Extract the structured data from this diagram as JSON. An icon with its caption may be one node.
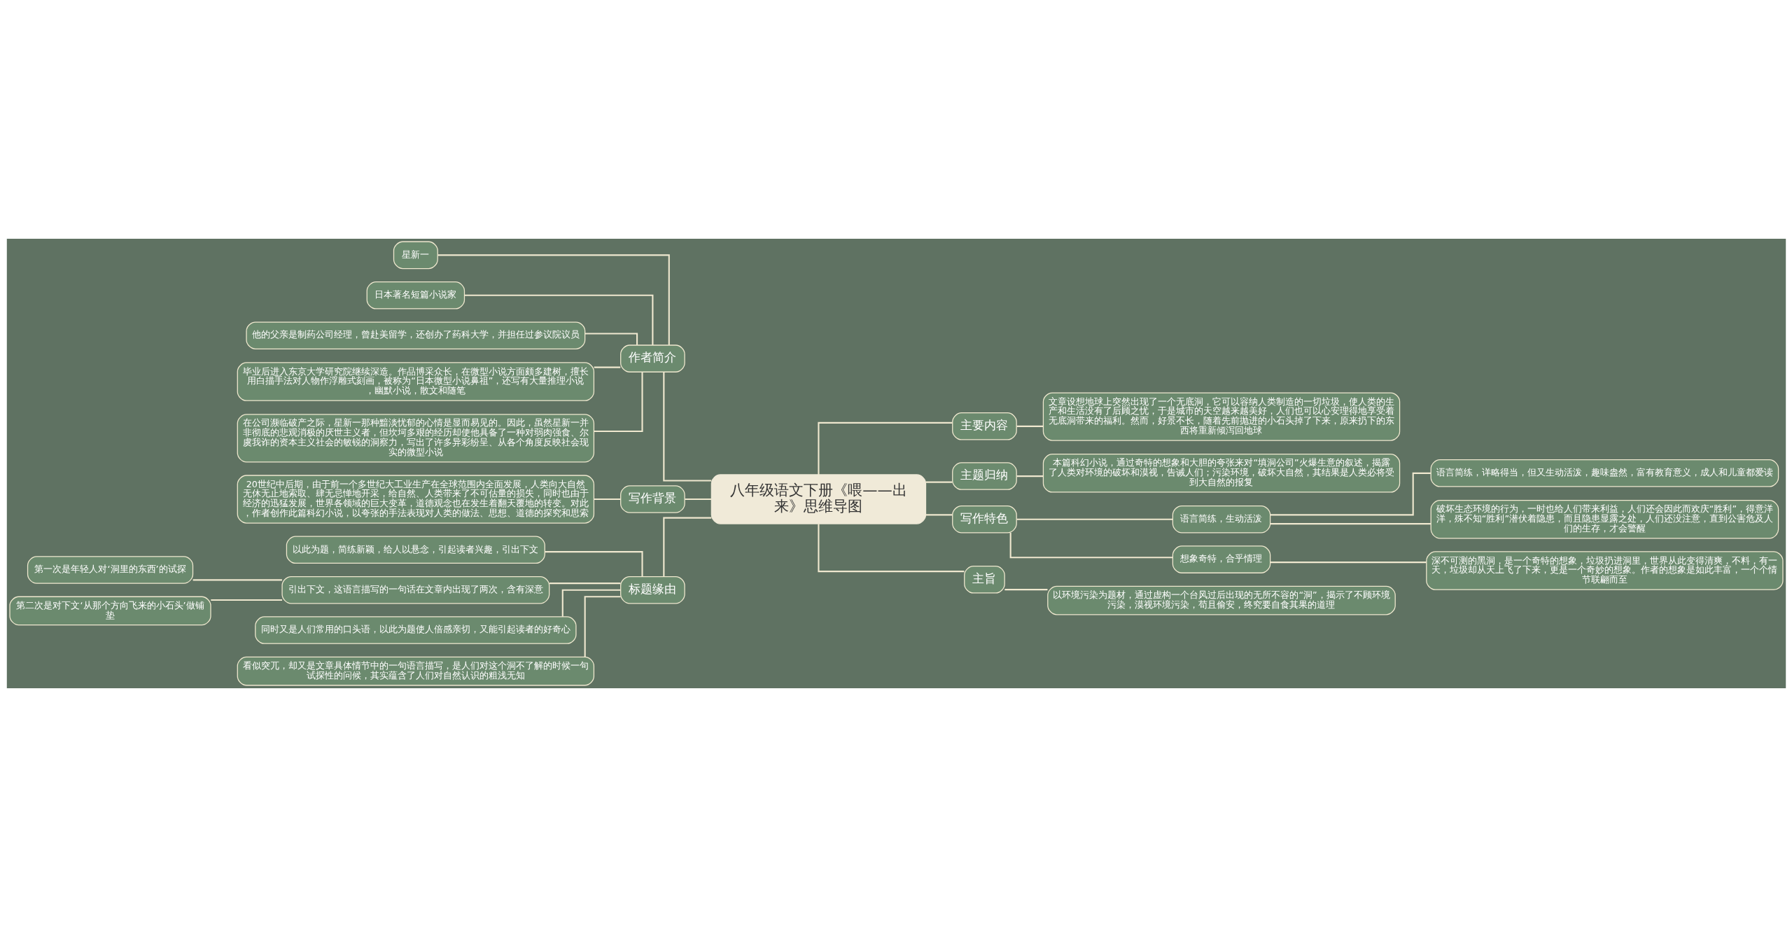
{
  "diagram": {
    "nodes": [
      {
        "text": [
          "八年级语文下册《喂——出来》思维导图"
        ]
      },
      {
        "text": [
          "作者简介"
        ]
      },
      {
        "text": [
          "星新一"
        ]
      },
      {
        "text": [
          "日本著名短篇小说家"
        ]
      },
      {
        "text": [
          "他的父亲是制药公司经理，曾赴美留学，还创办了药科大学，并担任过参议院议员"
        ]
      },
      {
        "text": [
          "毕业后进入东京大学研究院继续深造。作品博采众长，在微型小说方面颇多建树，擅长用白描手法对人物作浮雕式刻画，被称为“日本微型小说鼻祖”，还写有大量推理小说，幽默小说，散文和随笔"
        ]
      },
      {
        "text": [
          "在公司濒临破产之际，星新一那种黯淡忧郁的心情是显而易见的。因此，虽然星新一并非彻底的悲观消极的厌世主义者，但坎坷多艰的经历却使他具备了一种对弱肉强食、尔虞我诈的资本主义社会的敏锐的洞察力，写出了许多异彩纷呈、从各个角度反映社会现实的微型小说"
        ]
      },
      {
        "text": [
          "写作背景"
        ]
      },
      {
        "text": [
          "20世纪中后期，由于前一个多世纪大工业生产在全球范围内全面发展，人类向大自然无休无止地索取、肆无忌惮地开采，给自然、人类带来了不可估量的损失，同时也由于经济的迅猛发展，世界各领域的巨大变革，道德观念也在发生着翻天覆地的转变。对此，作者创作此篇科幻小说，以夸张的手法表现对人类的做法、思想、道德的探究和思索"
        ]
      },
      {
        "text": [
          "标题缘由"
        ]
      },
      {
        "text": [
          "以此为题，简练新颖，给人以悬念，引起读者兴趣，引出下文"
        ]
      },
      {
        "text": [
          "引出下文，这语言描写的一句话在文章内出现了两次，含有深意"
        ]
      },
      {
        "text": [
          "第一次是年轻人对‘洞里的东西’的试探"
        ]
      },
      {
        "text": [
          "第二次是对下文‘从那个方向飞来的小石头’做铺垫"
        ]
      },
      {
        "text": [
          "同时又是人们常用的口头语，以此为题使人倍感亲切，又能引起读者的好奇心"
        ]
      },
      {
        "text": [
          "看似突兀，却又是文章具体情节中的一句语言描写，是人们对这个洞不了解的时候一句试探性的问候，其实蕴含了人们对自然认识的粗浅无知"
        ]
      },
      {
        "text": [
          "主要内容"
        ]
      },
      {
        "text": [
          "文章设想地球上突然出现了一个无底洞，它可以容纳人类制造的一切垃圾，使人类的生产和生活没有了后顾之忧，于是城市的天空越来越美好，人们也可以心安理得地享受着无底洞带来的福利。然而，好景不长，随着先前抛进的小石头掉了下来，原来扔下的东西将重新倾泻回地球"
        ]
      },
      {
        "text": [
          "主题归纳"
        ]
      },
      {
        "text": [
          "本篇科幻小说，通过奇特的想象和大胆的夸张来对“填洞公司”火爆生意的叙述，揭露了人类对环境的破坏和漠视，告诫人们；污染环境，破坏大自然，其结果是人类必将受到大自然的报复"
        ]
      },
      {
        "text": [
          "写作特色"
        ]
      },
      {
        "text": [
          "语言简练，生动活泼"
        ]
      },
      {
        "text": [
          "语言简练，详略得当，但又生动活泼，趣味盎然，富有教育意义，成人和儿童都爱读"
        ]
      },
      {
        "text": [
          "破坏生态环境的行为，一时也给人们带来利益，人们还会因此而欢庆“胜利”，得意洋洋，殊不知“胜利”潜伏着隐患，而且隐患显露之处，人们还没注意，直到公害危及人们的生存，才会警醒"
        ]
      },
      {
        "text": [
          "想象奇特，合乎情理"
        ]
      },
      {
        "text": [
          "深不可测的黑洞，是一个奇特的想象，垃圾扔进洞里，世界从此变得清爽，不料，有一天，垃圾却从天上飞了下来，更是一个奇妙的想象。作者的想象是如此丰富，一个个情节联翩而至"
        ]
      },
      {
        "text": [
          "主旨"
        ]
      },
      {
        "text": [
          "以环境污染为题材，通过虚构一个台风过后出现的无所不容的“洞”，揭示了不顾环境污染，漠视环境污染，苟且偷安，终究要自食其果的道理"
        ]
      }
    ],
    "edges": [
      {
        "from": 0,
        "to": 1,
        "arrow": "none"
      },
      {
        "from": 1,
        "to": 2,
        "arrow": "none"
      },
      {
        "from": 1,
        "to": 3,
        "arrow": "none"
      },
      {
        "from": 1,
        "to": 4,
        "arrow": "none"
      },
      {
        "from": 1,
        "to": 5,
        "arrow": "none"
      },
      {
        "from": 1,
        "to": 6,
        "arrow": "none"
      },
      {
        "from": 0,
        "to": 7,
        "arrow": "none"
      },
      {
        "from": 7,
        "to": 8,
        "arrow": "none"
      },
      {
        "from": 0,
        "to": 9,
        "arrow": "none"
      },
      {
        "from": 9,
        "to": 10,
        "arrow": "none"
      },
      {
        "from": 9,
        "to": 11,
        "arrow": "none"
      },
      {
        "from": 11,
        "to": 12,
        "arrow": "none"
      },
      {
        "from": 11,
        "to": 13,
        "arrow": "none"
      },
      {
        "from": 9,
        "to": 14,
        "arrow": "none"
      },
      {
        "from": 9,
        "to": 15,
        "arrow": "none"
      },
      {
        "from": 0,
        "to": 16,
        "arrow": "none"
      },
      {
        "from": 16,
        "to": 17,
        "arrow": "none"
      },
      {
        "from": 0,
        "to": 18,
        "arrow": "none"
      },
      {
        "from": 18,
        "to": 19,
        "arrow": "none"
      },
      {
        "from": 0,
        "to": 20,
        "arrow": "none"
      },
      {
        "from": 20,
        "to": 21,
        "arrow": "none"
      },
      {
        "from": 21,
        "to": 22,
        "arrow": "none"
      },
      {
        "from": 21,
        "to": 23,
        "arrow": "none"
      },
      {
        "from": 20,
        "to": 24,
        "arrow": "none"
      },
      {
        "from": 24,
        "to": 25,
        "arrow": "none"
      },
      {
        "from": 0,
        "to": 26,
        "arrow": "none"
      },
      {
        "from": 26,
        "to": 27,
        "arrow": "none"
      }
    ]
  }
}
